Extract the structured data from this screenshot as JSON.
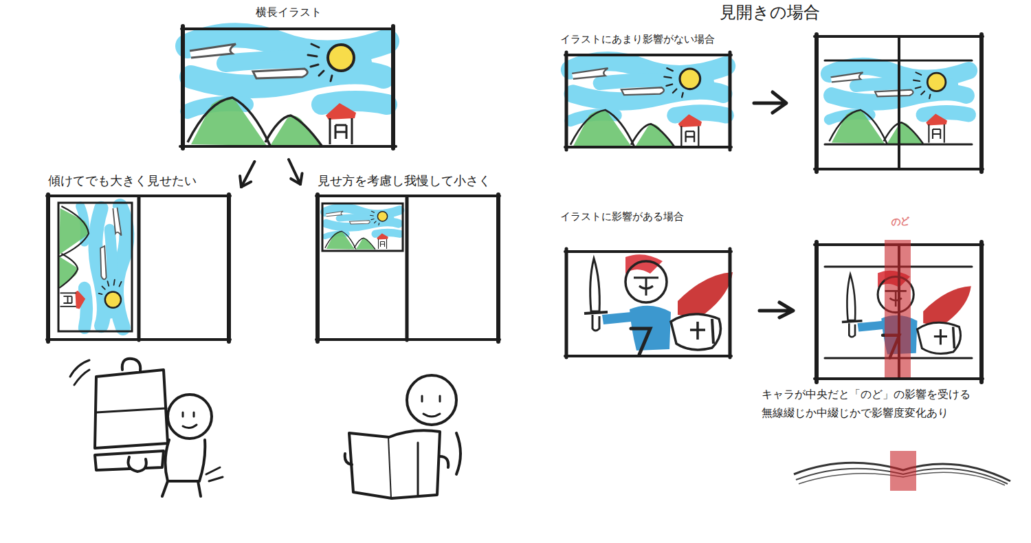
{
  "diagram": {
    "nodes": [
      {
        "text": [
          "横長イラスト"
        ]
      },
      {
        "text": [
          "傾けてでも大きく見せたい"
        ]
      },
      {
        "text": [
          "見せ方を考慮し我慢して小さく"
        ]
      }
    ],
    "edges": [
      {
        "from": 0,
        "to": 1,
        "arrow": "to"
      },
      {
        "from": 0,
        "to": 2,
        "arrow": "to"
      }
    ],
    "labels": [
      "見開きの場合",
      "イラストにあまり影響がない場合",
      "イラストに影響がある場合",
      "のど",
      "キャラが中央だと「のど」の影響を受ける",
      "無線綴じか中綴じかで影響度変化あり"
    ]
  }
}
